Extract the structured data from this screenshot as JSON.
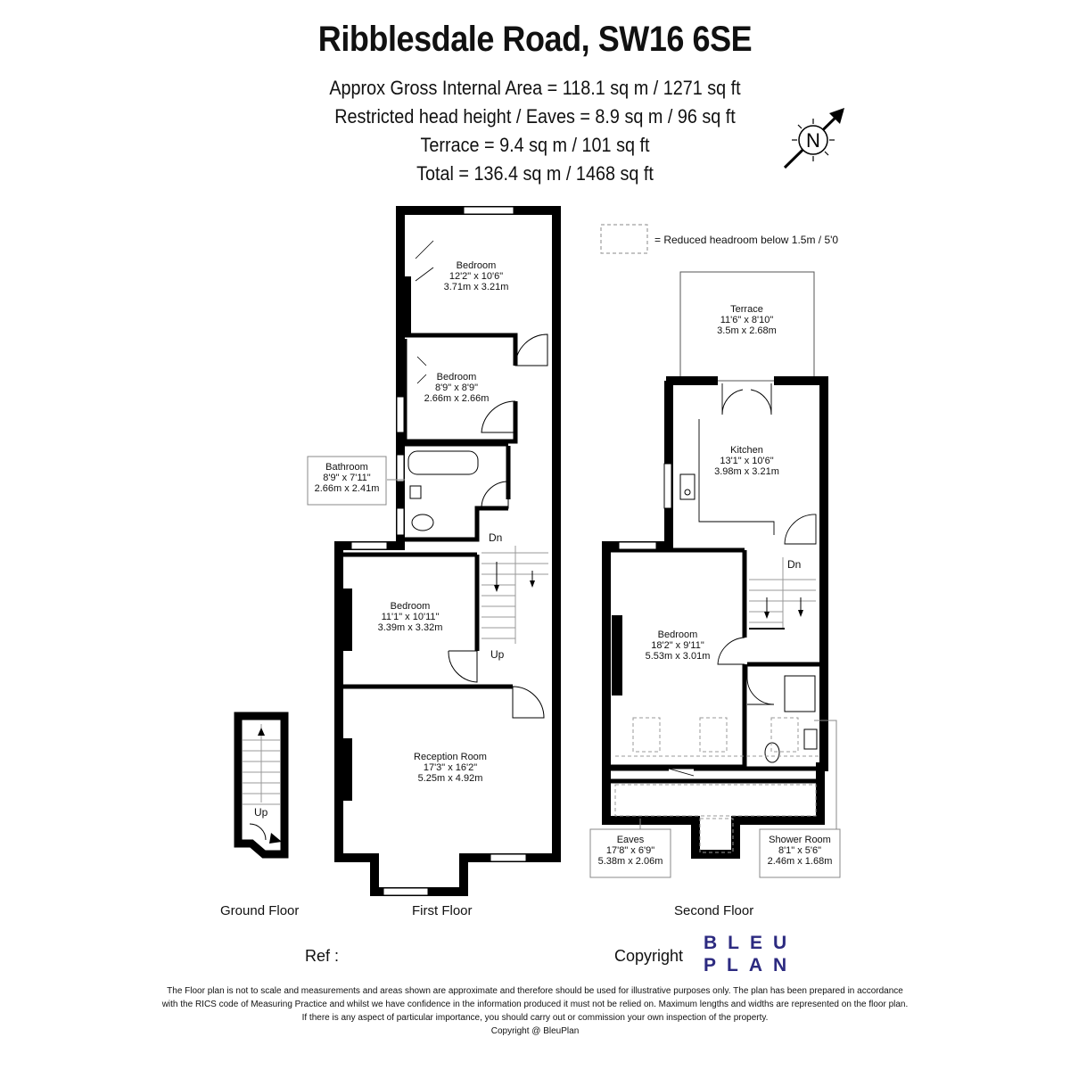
{
  "header": {
    "title": "Ribblesdale Road, SW16 6SE",
    "areas": [
      "Approx Gross Internal Area = 118.1 sq m / 1271 sq ft",
      "Restricted head height / Eaves = 8.9 sq m / 96 sq ft",
      "Terrace = 9.4 sq m / 101 sq ft",
      "Total = 136.4 sq m / 1468 sq ft"
    ]
  },
  "compass": {
    "letter": "N"
  },
  "legend": {
    "text": "= Reduced headroom below 1.5m / 5'0"
  },
  "rooms": {
    "bed1": {
      "name": "Bedroom",
      "imperial": "12'2\" x 10'6\"",
      "metric": "3.71m x 3.21m"
    },
    "bed2": {
      "name": "Bedroom",
      "imperial": "8'9\" x 8'9\"",
      "metric": "2.66m x 2.66m"
    },
    "bath": {
      "name": "Bathroom",
      "imperial": "8'9\" x 7'11\"",
      "metric": "2.66m x 2.41m"
    },
    "bed3": {
      "name": "Bedroom",
      "imperial": "11'1\" x 10'11\"",
      "metric": "3.39m x 3.32m"
    },
    "reception": {
      "name": "Reception Room",
      "imperial": "17'3\" x 16'2\"",
      "metric": "5.25m x 4.92m"
    },
    "terrace": {
      "name": "Terrace",
      "imperial": "11'6\" x 8'10\"",
      "metric": "3.5m x 2.68m"
    },
    "kitchen": {
      "name": "Kitchen",
      "imperial": "13'1\" x 10'6\"",
      "metric": "3.98m x 3.21m"
    },
    "bed4": {
      "name": "Bedroom",
      "imperial": "18'2\" x 9'11\"",
      "metric": "5.53m x 3.01m"
    },
    "eaves": {
      "name": "Eaves",
      "imperial": "17'8\" x 6'9\"",
      "metric": "5.38m x 2.06m"
    },
    "shower": {
      "name": "Shower Room",
      "imperial": "8'1\" x 5'6\"",
      "metric": "2.46m x 1.68m"
    }
  },
  "stairs": {
    "dn": "Dn",
    "up": "Up"
  },
  "floors": {
    "ground": "Ground Floor",
    "first": "First Floor",
    "second": "Second Floor"
  },
  "footer": {
    "ref": "Ref :",
    "copyright": "Copyright",
    "brand_top": "BLEU",
    "brand_bottom": "PLAN",
    "disclaimer": [
      "The Floor plan is not to scale and measurements and areas shown are approximate and therefore should be used for illustrative purposes only. The plan has been prepared in accordance",
      "with the RICS code of Measuring Practice and whilst we have confidence in the information produced it must not be relied on. Maximum lengths and widths are represented on the floor plan.",
      "If there is any aspect of particular importance, you should carry out or commission your own inspection of the property.",
      "Copyright @ BleuPlan"
    ]
  },
  "colors": {
    "wall": "#000000",
    "brand": "#2c2a80"
  }
}
